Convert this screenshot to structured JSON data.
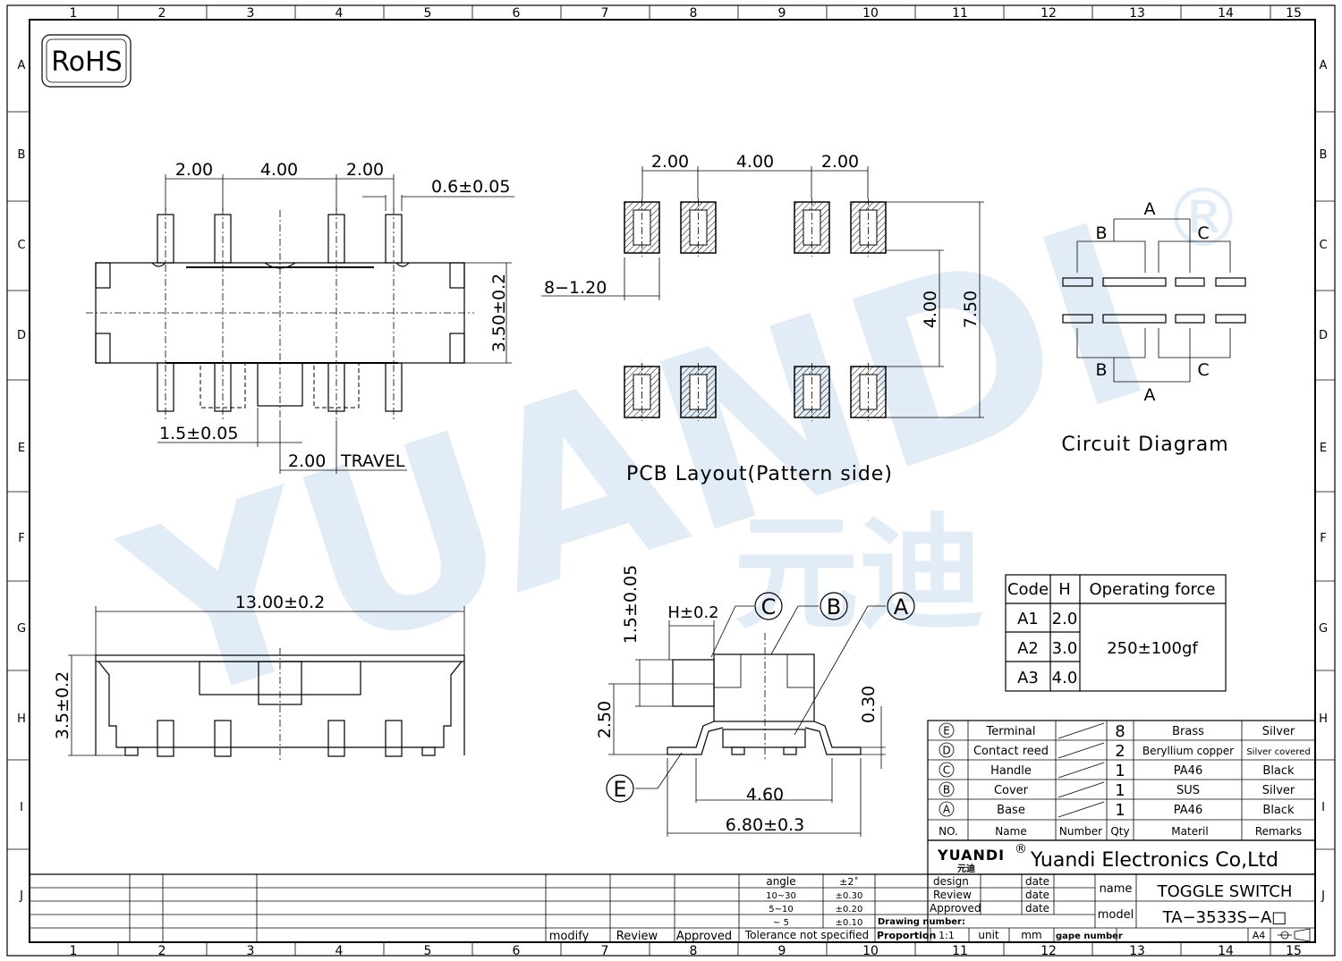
{
  "border": {
    "columns": [
      "1",
      "2",
      "3",
      "4",
      "5",
      "6",
      "7",
      "8",
      "9",
      "10",
      "11",
      "12",
      "13",
      "14",
      "15"
    ],
    "rows": [
      "A",
      "B",
      "C",
      "D",
      "E",
      "F",
      "G",
      "H",
      "I",
      "J"
    ]
  },
  "rohs": "RoHS",
  "watermark": {
    "text": "YUANDI",
    "cn": "元迪",
    "reg": "®"
  },
  "top_view": {
    "dims": [
      "2.00",
      "4.00",
      "2.00",
      "0.6±0.05",
      "3.50±0.2",
      "1.5±0.05",
      "2.00",
      "TRAVEL"
    ]
  },
  "pcb": {
    "dims": [
      "2.00",
      "4.00",
      "2.00",
      "8−1.20",
      "4.00",
      "7.50"
    ],
    "caption": "PCB Layout(Pattern side)"
  },
  "circuit": {
    "labels": [
      "A",
      "B",
      "C",
      "B",
      "C",
      "A"
    ],
    "caption": "Circuit Diagram"
  },
  "front_view": {
    "dims": [
      "13.00±0.2",
      "3.5±0.2"
    ]
  },
  "side_view": {
    "dims": [
      "1.5±0.05",
      "H±0.2",
      "2.50",
      "0.30",
      "4.60",
      "6.80±0.3"
    ],
    "callouts": [
      "C",
      "B",
      "A",
      "E"
    ]
  },
  "force_table": {
    "headers": [
      "Code",
      "H",
      "Operating force"
    ],
    "rows": [
      [
        "A1",
        "2.0"
      ],
      [
        "A2",
        "3.0"
      ],
      [
        "A3",
        "4.0"
      ]
    ],
    "force": "250±100gf"
  },
  "bom": {
    "rows": [
      {
        "no": "E",
        "name": "Terminal",
        "qty": "8",
        "material": "Brass",
        "remarks": "Silver"
      },
      {
        "no": "D",
        "name": "Contact reed",
        "qty": "2",
        "material": "Beryllium copper",
        "remarks": "Silver covered"
      },
      {
        "no": "C",
        "name": "Handle",
        "qty": "1",
        "material": "PA46",
        "remarks": "Black"
      },
      {
        "no": "B",
        "name": "Cover",
        "qty": "1",
        "material": "SUS",
        "remarks": "Silver"
      },
      {
        "no": "A",
        "name": "Base",
        "qty": "1",
        "material": "PA46",
        "remarks": "Black"
      }
    ],
    "header": [
      "NO.",
      "Name",
      "Number",
      "Qty",
      "Materil",
      "Remarks"
    ]
  },
  "company": {
    "logo": "YUANDI",
    "logo_cn": "元迪",
    "reg": "®",
    "name": "Yuandi Electronics Co,Ltd"
  },
  "title_block": {
    "design": "design",
    "review": "Review",
    "approved": "Approved",
    "date": "date",
    "name_label": "name",
    "name_value": "TOGGLE SWITCH",
    "model_label": "model",
    "model_value": "TA−3533S−A□",
    "drawing_number": "Drawing number:",
    "proportion": "Proportion",
    "proportion_value": "1:1",
    "unit": "unit",
    "unit_value": "mm",
    "gape_number": "gape number",
    "sheet": "A4"
  },
  "tolerance": {
    "rows": [
      [
        "angle",
        "±2˚"
      ],
      [
        "10~30",
        "±0.30"
      ],
      [
        "5~10",
        "±0.20"
      ],
      [
        "~ 5",
        "±0.10"
      ]
    ],
    "footer": "Tolerance not specified"
  },
  "revision": {
    "modify": "modify",
    "review": "Review",
    "approved": "Approved"
  }
}
